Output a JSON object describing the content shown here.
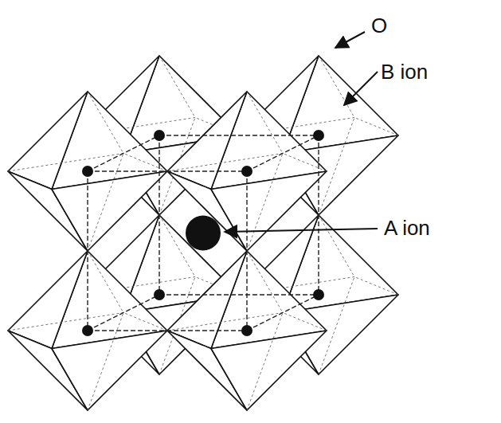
{
  "diagram": {
    "labels": [
      "O",
      "B ion",
      "A ion"
    ]
  }
}
